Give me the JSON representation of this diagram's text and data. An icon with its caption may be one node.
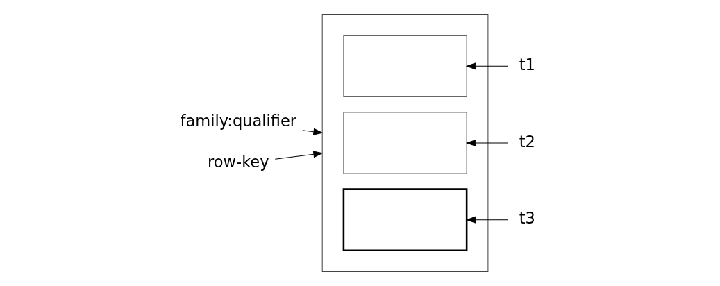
{
  "diagram": {
    "nodes": [
      {
        "text": [
          "family:qualifier"
        ]
      },
      {
        "text": [
          "row-key"
        ]
      },
      {
        "text": [],
        "shape": "box"
      },
      {
        "text": [],
        "shape": "box",
        "in": 2
      },
      {
        "text": [],
        "shape": "box",
        "in": 2
      },
      {
        "text": [],
        "shape": "box",
        "in": 2
      },
      {
        "text": [
          "t1"
        ]
      },
      {
        "text": [
          "t2"
        ]
      },
      {
        "text": [
          "t3"
        ]
      }
    ],
    "edges": [
      {
        "from": 0,
        "to": 2,
        "arrow": "to"
      },
      {
        "from": 1,
        "to": 2,
        "arrow": "to"
      },
      {
        "from": 6,
        "to": 3,
        "arrow": "to"
      },
      {
        "from": 7,
        "to": 4,
        "arrow": "to"
      },
      {
        "from": 8,
        "to": 5,
        "arrow": "to"
      }
    ]
  }
}
